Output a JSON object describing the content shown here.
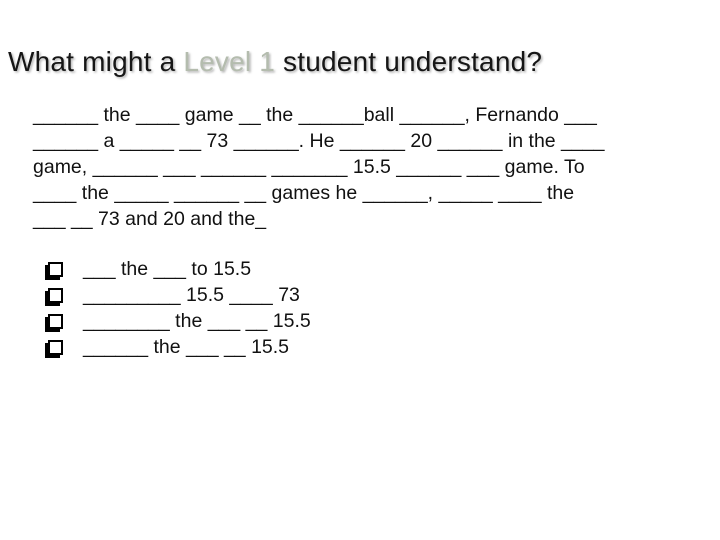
{
  "slide": {
    "title": {
      "prefix": "What might a ",
      "highlight": "Level 1",
      "suffix": " student understand?"
    },
    "paragraph": {
      "lines": [
        "______ the ____ game __ the ______ball ______, Fernando ___",
        "______ a _____ __ 73 ______. He ______ 20 ______ in the ____",
        "game, ______ ___ ______ _______ 15.5 ______ ___ game. To",
        "____ the _____ ______ __ games he ______, _____ ____ the",
        "___ __ 73 and 20 and the_"
      ]
    },
    "checklist": {
      "bullet_icon": "shadowed-checkbox",
      "items": [
        "___ the ___ to 15.5",
        "_________ 15.5 ____ 73",
        "________ the ___ __ 15.5",
        "______ the ___ __ 15.5"
      ]
    },
    "colors": {
      "background": "#ffffff",
      "text": "#111111",
      "title_text": "#161616",
      "title_highlight": "#b4bcae"
    }
  }
}
